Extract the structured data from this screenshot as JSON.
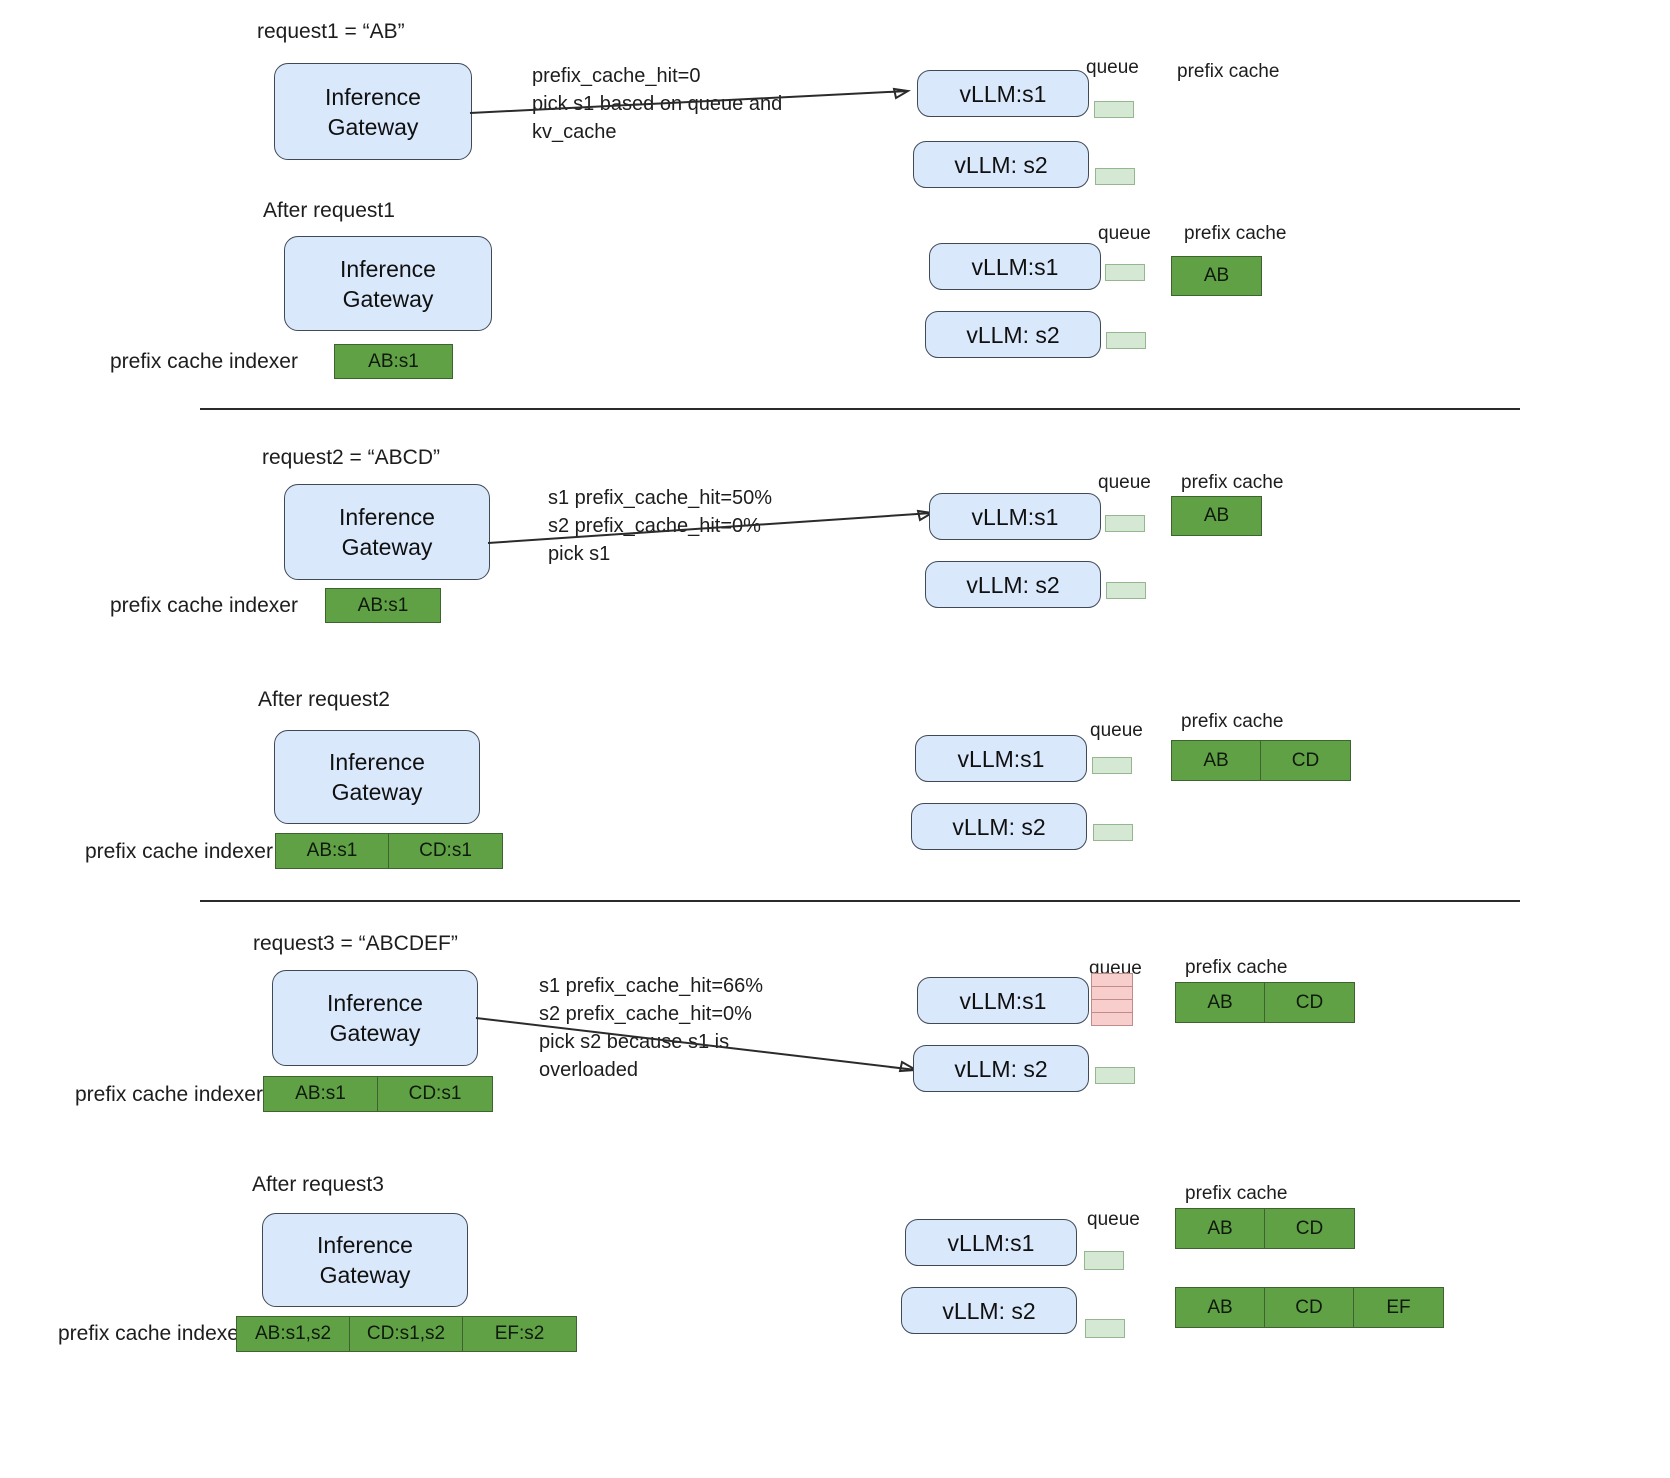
{
  "diagram": {
    "title_hidden": "",
    "colors": {
      "node_fill": "#dae8fc",
      "node_border": "#3f4a56",
      "cache_fill": "#61a146",
      "cache_border": "#3d6430",
      "queue_ok_fill": "#d5e8d4",
      "queue_busy_fill": "#f8cecc"
    },
    "common": {
      "gateway_line1": "Inference",
      "gateway_line2": "Gateway",
      "server1": "vLLM:s1",
      "server2": "vLLM: s2",
      "queue_label": "queue",
      "prefix_cache_label": "prefix cache",
      "indexer_label": "prefix cache indexer"
    },
    "sections": [
      {
        "id": "request1",
        "heading": "request1 = “AB”",
        "annotation": "prefix_cache_hit=0\npick s1 based on queue and\nkv_cache",
        "routed_to": "vLLM:s1",
        "s1_queue_segments": 0,
        "s2_queue_segments": 0,
        "s1_prefix_cache": [],
        "s2_prefix_cache": [],
        "indexer": []
      },
      {
        "id": "after-request1",
        "heading": "After request1",
        "annotation": "",
        "routed_to": "",
        "s1_queue_segments": 0,
        "s2_queue_segments": 0,
        "s1_prefix_cache": [
          "AB"
        ],
        "s2_prefix_cache": [],
        "indexer": [
          "AB:s1"
        ]
      },
      {
        "id": "request2",
        "heading": "request2 = “ABCD”",
        "annotation": "s1 prefix_cache_hit=50%\ns2 prefix_cache_hit=0%\npick s1",
        "routed_to": "vLLM:s1",
        "s1_queue_segments": 0,
        "s2_queue_segments": 0,
        "s1_prefix_cache": [
          "AB"
        ],
        "s2_prefix_cache": [],
        "indexer": [
          "AB:s1"
        ]
      },
      {
        "id": "after-request2",
        "heading": "After request2",
        "annotation": "",
        "routed_to": "",
        "s1_queue_segments": 0,
        "s2_queue_segments": 0,
        "s1_prefix_cache": [
          "AB",
          "CD"
        ],
        "s2_prefix_cache": [],
        "indexer": [
          "AB:s1",
          "CD:s1"
        ]
      },
      {
        "id": "request3",
        "heading": "request3 = “ABCDEF”",
        "annotation": "s1 prefix_cache_hit=66%\ns2 prefix_cache_hit=0%\npick s2 because s1 is\noverloaded",
        "routed_to": "vLLM: s2",
        "s1_queue_segments": 4,
        "s2_queue_segments": 0,
        "s1_prefix_cache": [
          "AB",
          "CD"
        ],
        "s2_prefix_cache": [],
        "indexer": [
          "AB:s1",
          "CD:s1"
        ]
      },
      {
        "id": "after-request3",
        "heading": "After request3",
        "annotation": "",
        "routed_to": "",
        "s1_queue_segments": 0,
        "s2_queue_segments": 0,
        "s1_prefix_cache": [
          "AB",
          "CD"
        ],
        "s2_prefix_cache": [
          "AB",
          "CD",
          "EF"
        ],
        "indexer": [
          "AB:s1,s2",
          "CD:s1,s2",
          "EF:s2"
        ]
      }
    ]
  }
}
